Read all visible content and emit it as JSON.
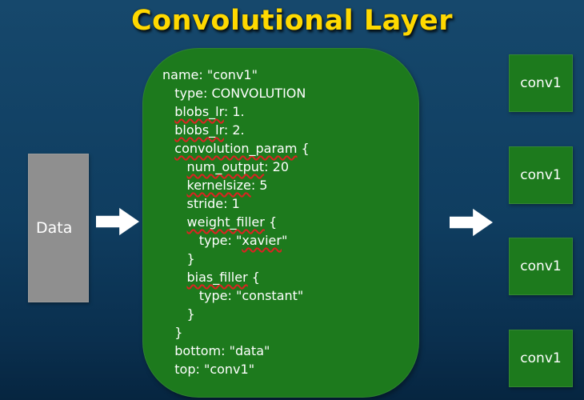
{
  "title": "Convolutional Layer",
  "data_box": {
    "label": "Data"
  },
  "layer_definition": {
    "lines": [
      {
        "segments": [
          {
            "text": "name: \"conv1\"",
            "misspelled": false
          }
        ]
      },
      {
        "segments": [
          {
            "text": "   type: CONVOLUTION",
            "misspelled": false
          }
        ]
      },
      {
        "segments": [
          {
            "text": "   ",
            "misspelled": false
          },
          {
            "text": "blobs_lr",
            "misspelled": true
          },
          {
            "text": ": 1.",
            "misspelled": false
          }
        ]
      },
      {
        "segments": [
          {
            "text": "   ",
            "misspelled": false
          },
          {
            "text": "blobs_lr",
            "misspelled": true
          },
          {
            "text": ": 2.",
            "misspelled": false
          }
        ]
      },
      {
        "segments": [
          {
            "text": "   ",
            "misspelled": false
          },
          {
            "text": "convolution_param",
            "misspelled": true
          },
          {
            "text": " {",
            "misspelled": false
          }
        ]
      },
      {
        "segments": [
          {
            "text": "      ",
            "misspelled": false
          },
          {
            "text": "num_output",
            "misspelled": true
          },
          {
            "text": ": 20",
            "misspelled": false
          }
        ]
      },
      {
        "segments": [
          {
            "text": "      ",
            "misspelled": false
          },
          {
            "text": "kernelsize",
            "misspelled": true
          },
          {
            "text": ": 5",
            "misspelled": false
          }
        ]
      },
      {
        "segments": [
          {
            "text": "      stride: 1",
            "misspelled": false
          }
        ]
      },
      {
        "segments": [
          {
            "text": "      ",
            "misspelled": false
          },
          {
            "text": "weight_filler",
            "misspelled": true
          },
          {
            "text": " {",
            "misspelled": false
          }
        ]
      },
      {
        "segments": [
          {
            "text": "         type: \"",
            "misspelled": false
          },
          {
            "text": "xavier",
            "misspelled": true
          },
          {
            "text": "\"",
            "misspelled": false
          }
        ]
      },
      {
        "segments": [
          {
            "text": "      }",
            "misspelled": false
          }
        ]
      },
      {
        "segments": [
          {
            "text": "      ",
            "misspelled": false
          },
          {
            "text": "bias_filler",
            "misspelled": true
          },
          {
            "text": " {",
            "misspelled": false
          }
        ]
      },
      {
        "segments": [
          {
            "text": "         type: \"constant\"",
            "misspelled": false
          }
        ]
      },
      {
        "segments": [
          {
            "text": "      }",
            "misspelled": false
          }
        ]
      },
      {
        "segments": [
          {
            "text": "   }",
            "misspelled": false
          }
        ]
      },
      {
        "segments": [
          {
            "text": "   bottom: \"data\"",
            "misspelled": false
          }
        ]
      },
      {
        "segments": [
          {
            "text": "   top: \"conv1\"",
            "misspelled": false
          }
        ]
      }
    ]
  },
  "outputs": [
    {
      "label": "conv1"
    },
    {
      "label": "conv1"
    },
    {
      "label": "conv1"
    },
    {
      "label": "conv1"
    }
  ],
  "colors": {
    "title": "#ffd900",
    "box_green": "#1d7a1d",
    "data_gray": "#8f8f8f",
    "underline_red": "#dd2222",
    "bg_top": "#16486c",
    "bg_bottom": "#062540"
  }
}
